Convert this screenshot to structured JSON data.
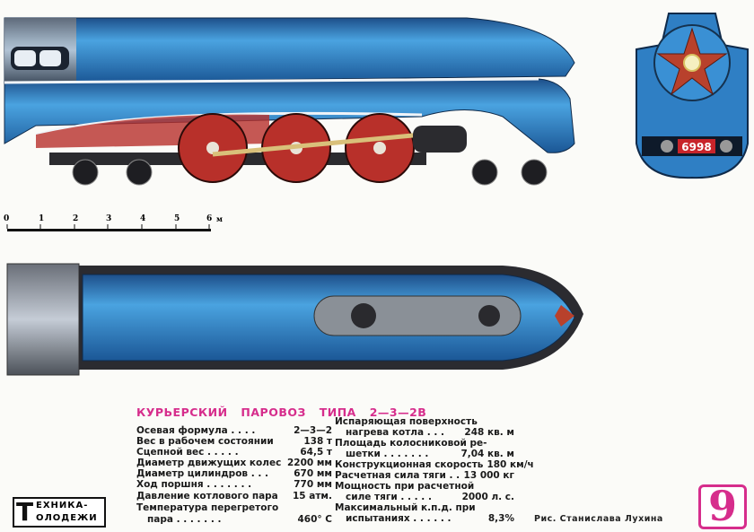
{
  "title": "КУРЬЕРСКИЙ ПАРОВОЗ ТИПА 2—3—2В",
  "colors": {
    "accent": "#d62d8c",
    "locomotive_blue": "#2f7fc4",
    "wheel_red": "#b8302a",
    "star_red": "#b8412c"
  },
  "scale": {
    "ticks": [
      "0",
      "1",
      "2",
      "3",
      "4",
      "5",
      "6"
    ],
    "unit": "м"
  },
  "front_number": "6998",
  "specs_left": [
    {
      "label": "Осевая формула . . . .",
      "value": "2—3—2"
    },
    {
      "label": "Вес в рабочем состоянии",
      "value": "138 т"
    },
    {
      "label": "Сцепной вес . . . . .",
      "value": "64,5 т"
    },
    {
      "label": "Диаметр движущих колес",
      "value": "2200 мм"
    },
    {
      "label": "Диаметр цилиндров . . .",
      "value": "670 мм"
    },
    {
      "label": "Ход поршня . . . . . . .",
      "value": "770 мм"
    },
    {
      "label": "Давление котлового пара",
      "value": "15 атм."
    },
    {
      "label": "Температура перегретого",
      "value": ""
    },
    {
      "label": "пара . . . . . . .",
      "value": "460° С"
    }
  ],
  "specs_right": [
    {
      "label": "Испаряющая поверхность",
      "value": ""
    },
    {
      "label": "нагрева котла . . .",
      "value": "248 кв. м"
    },
    {
      "label": "Площадь колосниковой ре-",
      "value": ""
    },
    {
      "label": "шетки . . . . . . .",
      "value": "7,04 кв. м"
    },
    {
      "label": "Конструкционная скорость",
      "value": "180 км/ч"
    },
    {
      "label": "Расчетная сила тяги . .",
      "value": "13 000 кг"
    },
    {
      "label": "Мощность при расчетной",
      "value": ""
    },
    {
      "label": "силе тяги . . . . .",
      "value": "2000 л. с."
    },
    {
      "label": "Максимальный к.п.д. при",
      "value": ""
    },
    {
      "label": "испытаниях . . . . . .",
      "value": "8,3%"
    }
  ],
  "credit": "Рис. Станислава Лухина",
  "logo": {
    "big": "Т",
    "line1": "ЕХНИКА-",
    "line2": "ОЛОДЕЖИ"
  },
  "issue_number": "9"
}
